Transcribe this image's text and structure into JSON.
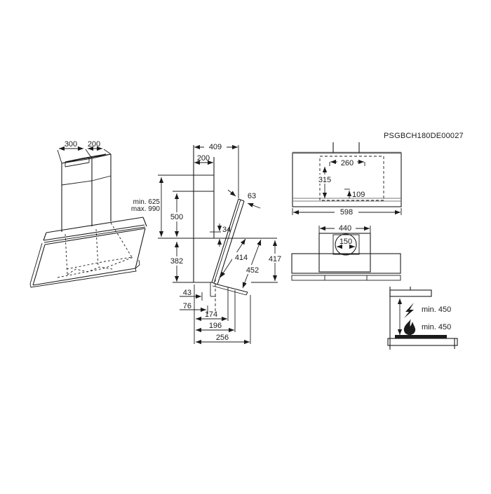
{
  "code": "PSGBCH180DE00027",
  "colors": {
    "line": "#1a1a1a",
    "background": "#ffffff"
  },
  "perspective": {
    "top_width": "300",
    "top_depth": "200"
  },
  "side": {
    "total_depth": "409",
    "chimney_depth": "200",
    "height_min": "min. 625",
    "height_max": "max. 990",
    "chimney_height": "500",
    "rear_height": "382",
    "top_offset": "34",
    "panel_top_width": "63",
    "panel_length_inner": "414",
    "panel_length_outer": "452",
    "front_height": "417",
    "hole_offset_a": "43",
    "hole_offset_b": "76",
    "depth_a": "174",
    "depth_b": "196",
    "depth_c": "256"
  },
  "front": {
    "bracket_span": "260",
    "bracket_drop": "315",
    "duct_rise": "109",
    "body_width": "598"
  },
  "top": {
    "mount_width": "440",
    "duct_diameter": "150"
  },
  "clearance": {
    "electric_min": "min. 450",
    "gas_min": "min. 450"
  }
}
